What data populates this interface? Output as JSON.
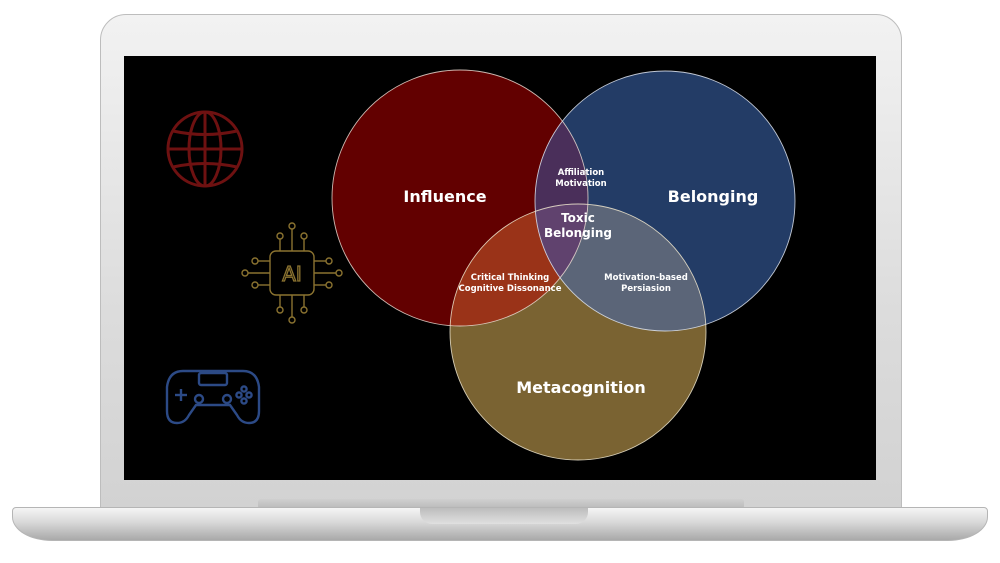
{
  "venn": {
    "circles": {
      "influence": "Influence",
      "belonging": "Belonging",
      "metacognition": "Metacognition"
    },
    "overlaps": {
      "affiliation_line1": "Affiliation",
      "affiliation_line2": "Motivation",
      "critical_line1": "Critical Thinking",
      "critical_line2": "Cognitive Dissonance",
      "persuasion_line1": "Motivation-based",
      "persuasion_line2": "Persiasion",
      "center_line1": "Toxic",
      "center_line2": "Belonging"
    }
  },
  "icons": {
    "top": "globe-icon",
    "middle": "ai-chip-icon",
    "bottom": "gamepad-icon",
    "ai_label": "AI"
  },
  "colors": {
    "influence": "#620000",
    "belonging": "#233c66",
    "metacognition": "#7a6332",
    "globe": "#6e1111",
    "chip": "#8b7330",
    "gamepad": "#2c4a86"
  }
}
